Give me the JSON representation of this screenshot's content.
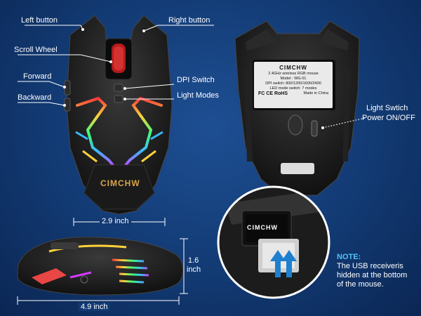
{
  "labels": {
    "left_button": "Left button",
    "right_button": "Right button",
    "scroll_wheel": "Scroll Wheel",
    "forward": "Forward",
    "backward": "Backward",
    "dpi_switch": "DPI Switch",
    "light_modes": "Light Modes",
    "light_switch_line1": "Light Swtich",
    "light_switch_line2": "Power ON/OFF"
  },
  "dimensions": {
    "width": "2.9 inch",
    "height_value": "1.6",
    "height_unit": "inch",
    "length": "4.9 inch"
  },
  "brand": "CIMCHW",
  "sticker": {
    "brand": "CIMCHW",
    "line1": "2.4GHz wireless RGB mouse",
    "line2": "Model : WG-01",
    "line3": "DPI switch: 800/1200/1600/2400",
    "line4": "LED mode switch: 7 modes",
    "cert": "FC CE RoHS",
    "origin": "Made in China"
  },
  "note": {
    "title": "NOTE:",
    "body": "The USB receiveris hidden at the bottom of the mouse."
  },
  "colors": {
    "background": "#123a73",
    "note_accent": "#4fc3f7",
    "mouse_body": "#1c1c1c"
  }
}
